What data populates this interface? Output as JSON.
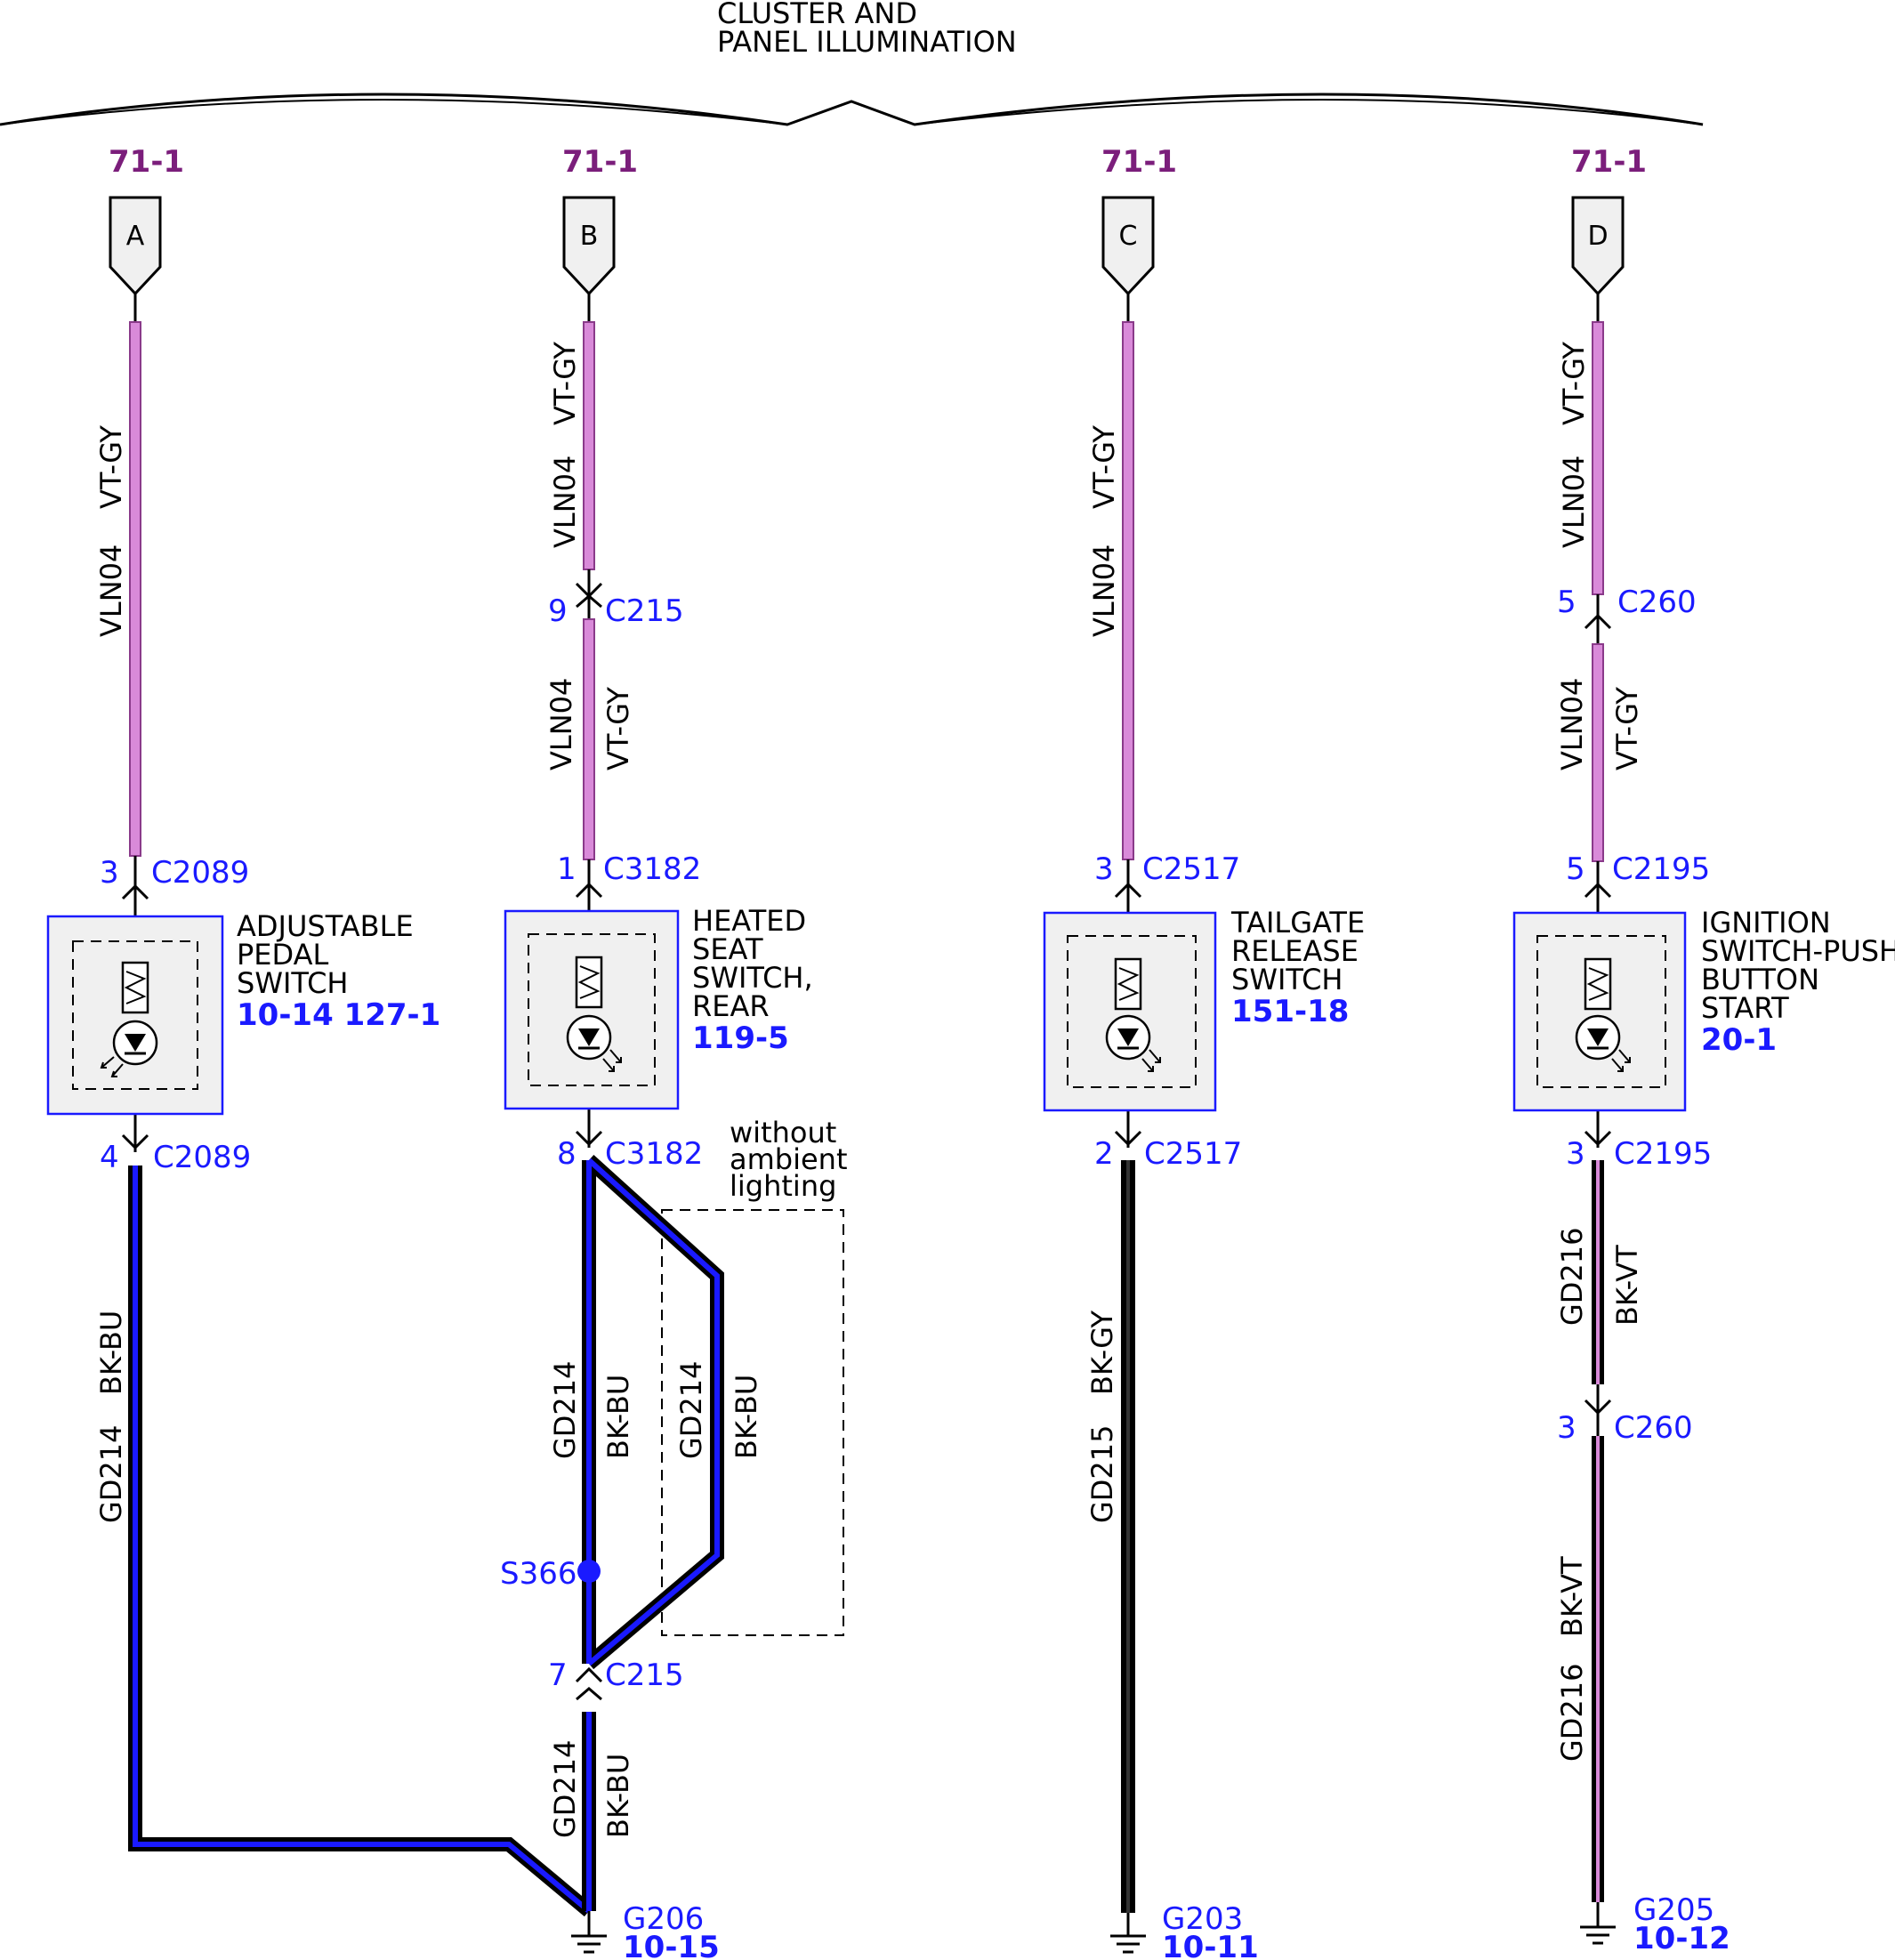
{
  "header": {
    "line1": "CLUSTER AND",
    "line2": "PANEL ILLUMINATION"
  },
  "columns": [
    {
      "page_ref": "71-1",
      "flag": "A",
      "upper_wire": {
        "circuit": "VLN04",
        "color": "VT-GY"
      },
      "top_connector": {
        "pin": "3",
        "name": "C2089"
      },
      "component": {
        "lines": [
          "ADJUSTABLE",
          "PEDAL",
          "SWITCH"
        ],
        "ref": "10-14 127-1"
      },
      "bottom_connector": {
        "pin": "4",
        "name": "C2089"
      },
      "lower_wire": {
        "circuit": "GD214",
        "color": "BK-BU"
      }
    },
    {
      "page_ref": "71-1",
      "flag": "B",
      "upper_wire": {
        "circuit": "VLN04",
        "color": "VT-GY"
      },
      "inline_connector": {
        "pin": "9",
        "name": "C215"
      },
      "mid_wire": {
        "circuit": "VLN04",
        "color": "VT-GY"
      },
      "top_connector": {
        "pin": "1",
        "name": "C3182"
      },
      "component": {
        "lines": [
          "HEATED",
          "SEAT",
          "SWITCH,",
          "REAR"
        ],
        "ref": "119-5"
      },
      "bottom_connector": {
        "pin": "8",
        "name": "C3182"
      },
      "option_note": [
        "without",
        "ambient",
        "lighting"
      ],
      "left_wire": {
        "circuit": "GD214",
        "color": "BK-BU"
      },
      "right_wire": {
        "circuit": "GD214",
        "color": "BK-BU"
      },
      "splice": "S366",
      "lower_connector": {
        "pin": "7",
        "name": "C215"
      },
      "lower_wire": {
        "circuit": "GD214",
        "color": "BK-BU"
      },
      "ground": {
        "name": "G206",
        "ref": "10-15"
      }
    },
    {
      "page_ref": "71-1",
      "flag": "C",
      "upper_wire": {
        "circuit": "VLN04",
        "color": "VT-GY"
      },
      "top_connector": {
        "pin": "3",
        "name": "C2517"
      },
      "component": {
        "lines": [
          "TAILGATE",
          "RELEASE",
          "SWITCH"
        ],
        "ref": "151-18"
      },
      "bottom_connector": {
        "pin": "2",
        "name": "C2517"
      },
      "lower_wire": {
        "circuit": "GD215",
        "color": "BK-GY"
      },
      "ground": {
        "name": "G203",
        "ref": "10-11"
      }
    },
    {
      "page_ref": "71-1",
      "flag": "D",
      "upper_wire": {
        "circuit": "VLN04",
        "color": "VT-GY"
      },
      "inline_connector": {
        "pin": "5",
        "name": "C260"
      },
      "mid_wire": {
        "circuit": "VLN04",
        "color": "VT-GY"
      },
      "top_connector": {
        "pin": "5",
        "name": "C2195"
      },
      "component": {
        "lines": [
          "IGNITION",
          "SWITCH-PUSH",
          "BUTTON",
          "START"
        ],
        "ref": "20-1"
      },
      "bottom_connector": {
        "pin": "3",
        "name": "C2195"
      },
      "lower_wire": {
        "circuit": "GD216",
        "color": "BK-VT"
      },
      "lower_connector": {
        "pin": "3",
        "name": "C260"
      },
      "lower_wire2": {
        "circuit": "GD216",
        "color": "BK-VT"
      },
      "ground": {
        "name": "G205",
        "ref": "10-12"
      }
    }
  ],
  "colors": {
    "wire_violet": "#d98ad9",
    "wire_blue": "#1a1aff",
    "wire_black": "#000000",
    "page_ref": "#7b1e7b",
    "component_fill": "#f0f0f0"
  }
}
